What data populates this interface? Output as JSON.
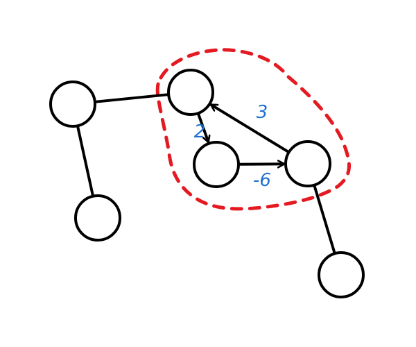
{
  "colors": {
    "node_stroke": "#000000",
    "node_fill": "#ffffff",
    "edge": "#000000",
    "highlight": "#e41a22",
    "weight_label": "#1f6fcf"
  },
  "graph": {
    "nodes": [
      {
        "id": "n1"
      },
      {
        "id": "n2"
      },
      {
        "id": "n3"
      },
      {
        "id": "n4"
      },
      {
        "id": "n5"
      },
      {
        "id": "n6"
      }
    ],
    "edges": [
      {
        "id": "e-n1-n2",
        "from": "n1",
        "to": "n2",
        "directed": false
      },
      {
        "id": "e-n1-n3",
        "from": "n1",
        "to": "n3",
        "directed": false
      },
      {
        "id": "e-n5-n6",
        "from": "n5",
        "to": "n6",
        "directed": false
      },
      {
        "id": "e-n2-n4",
        "from": "n2",
        "to": "n4",
        "directed": true,
        "weight": "2"
      },
      {
        "id": "e-n4-n5",
        "from": "n4",
        "to": "n5",
        "directed": true,
        "weight": "-6"
      },
      {
        "id": "e-n5-n2",
        "from": "n5",
        "to": "n2",
        "directed": true,
        "weight": "3"
      }
    ],
    "highlighted_cycle": [
      "n2",
      "n4",
      "n5"
    ]
  }
}
